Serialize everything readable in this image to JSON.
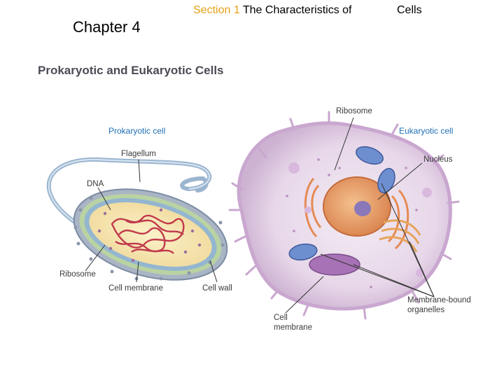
{
  "header": {
    "chapter": "Chapter 4",
    "section_accent": "Section 1",
    "section_rest": " The Characteristics of",
    "cells": "Cells"
  },
  "figure": {
    "title": "Prokaryotic and Eukaryotic Cells",
    "prokaryote": {
      "caption": "Prokaryotic cell",
      "labels": {
        "flagellum": "Flagellum",
        "dna": "DNA",
        "ribosome": "Ribosome",
        "cell_membrane": "Cell membrane",
        "cell_wall": "Cell wall"
      }
    },
    "eukaryote": {
      "caption": "Eukaryotic cell",
      "labels": {
        "ribosome": "Ribosome",
        "nucleus": "Nucleus",
        "membrane_bound_1": "Membrane-bound",
        "membrane_bound_2": "organelles",
        "cell_membrane_1": "Cell",
        "cell_membrane_2": "membrane"
      }
    }
  },
  "colors": {
    "accent": "#e6a117",
    "caption": "#1f6fb5"
  }
}
